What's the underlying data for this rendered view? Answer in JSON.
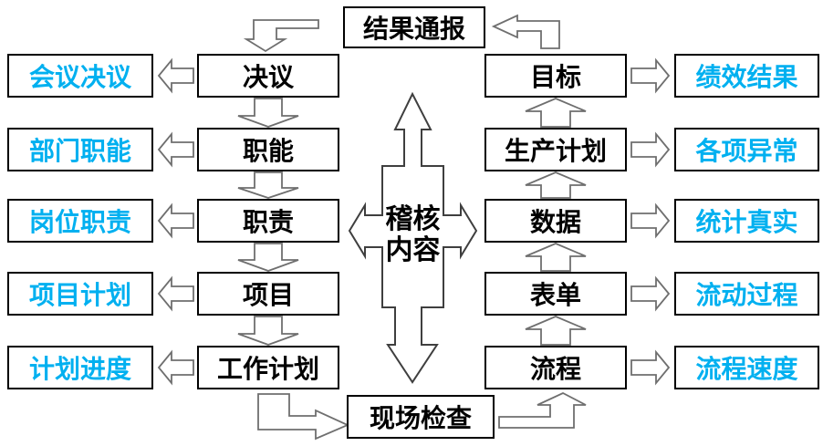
{
  "diagram": {
    "center_label": [
      "稽核",
      "内容"
    ],
    "top_node": "结果通报",
    "bottom_node": "现场检查",
    "left_flow": [
      {
        "category": "决议",
        "audit_item": "会议决议"
      },
      {
        "category": "职能",
        "audit_item": "部门职能"
      },
      {
        "category": "职责",
        "audit_item": "岗位职责"
      },
      {
        "category": "项目",
        "audit_item": "项目计划"
      },
      {
        "category": "工作计划",
        "audit_item": "计划进度"
      }
    ],
    "right_flow": [
      {
        "category": "目标",
        "audit_item": "绩效结果"
      },
      {
        "category": "生产计划",
        "audit_item": "各项异常"
      },
      {
        "category": "数据",
        "audit_item": "统计真实"
      },
      {
        "category": "表单",
        "audit_item": "流动过程"
      },
      {
        "category": "流程",
        "audit_item": "流程速度"
      }
    ],
    "colors": {
      "highlight_text": "#00B0F0",
      "node_text": "#000000",
      "node_border": "#000000",
      "arrow_outline": "#6F6F6F",
      "background": "#FFFFFF"
    }
  }
}
